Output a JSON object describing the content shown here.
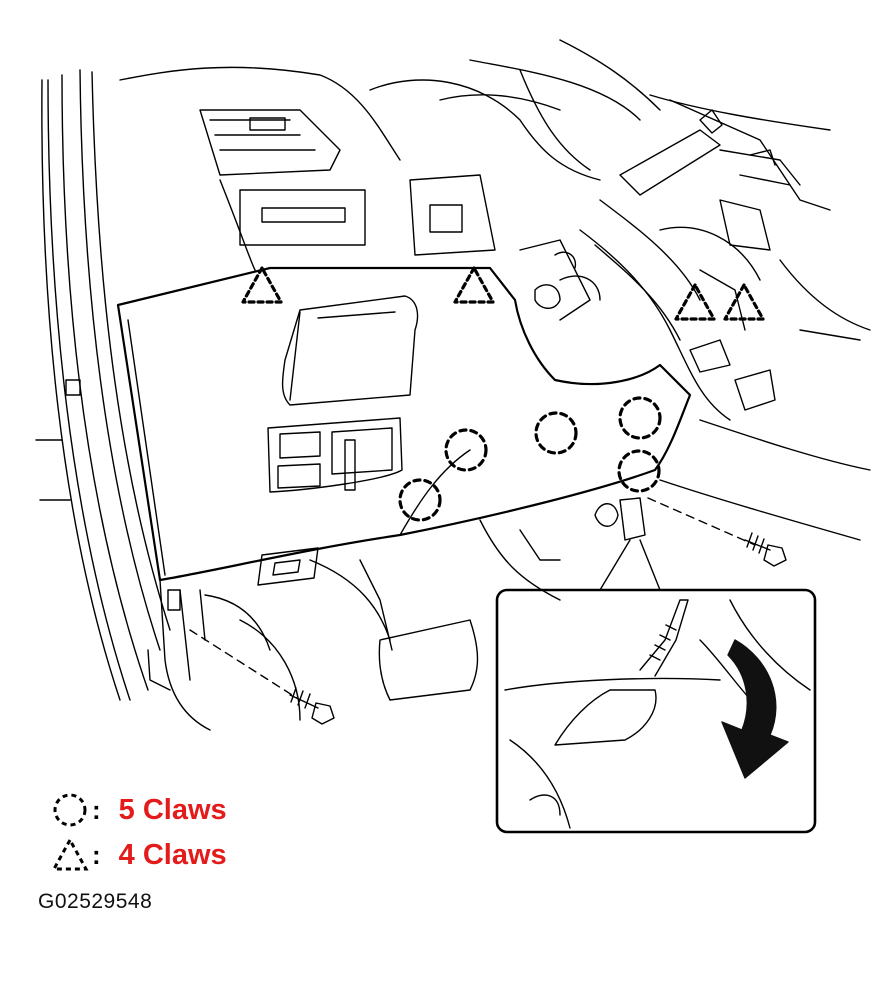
{
  "legend": {
    "circle": {
      "symbol": "dashed-circle",
      "colon": ":",
      "label": "5 Claws"
    },
    "triangle": {
      "symbol": "dashed-triangle",
      "colon": ":",
      "label": "4 Claws"
    }
  },
  "figure_id": "G02529548",
  "colors": {
    "claw_label": "#e31b1b",
    "line": "#000000"
  }
}
